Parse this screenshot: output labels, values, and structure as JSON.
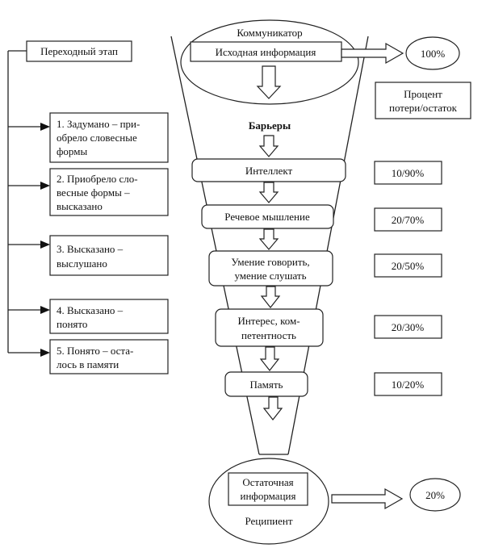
{
  "stage_header": "Переходный этап",
  "stages": [
    [
      "1. Задумано – при-",
      "обрело словесные",
      "формы"
    ],
    [
      "2. Приобрело сло-",
      "весные формы –",
      "высказано"
    ],
    [
      "3. Высказано –",
      "выслушано"
    ],
    [
      "4. Высказано –",
      "понято"
    ],
    [
      "5. Понято – оста-",
      "лось в памяти"
    ]
  ],
  "communicator": {
    "title": "Коммуникатор",
    "box": "Исходная информация",
    "percent": "100%"
  },
  "percent_header": [
    "Процент",
    "потери/остаток"
  ],
  "barriers_title": "Барьеры",
  "barriers": [
    [
      "Интеллект"
    ],
    [
      "Речевое мышление"
    ],
    [
      "Умение говорить,",
      "умение слушать"
    ],
    [
      "Интерес, ком-",
      "петентность"
    ],
    [
      "Память"
    ]
  ],
  "barrier_percents": [
    "10/90%",
    "20/70%",
    "20/50%",
    "20/30%",
    "10/20%"
  ],
  "recipient": {
    "box": [
      "Остаточная",
      "информация"
    ],
    "title": "Реципиент",
    "percent": "20%"
  }
}
